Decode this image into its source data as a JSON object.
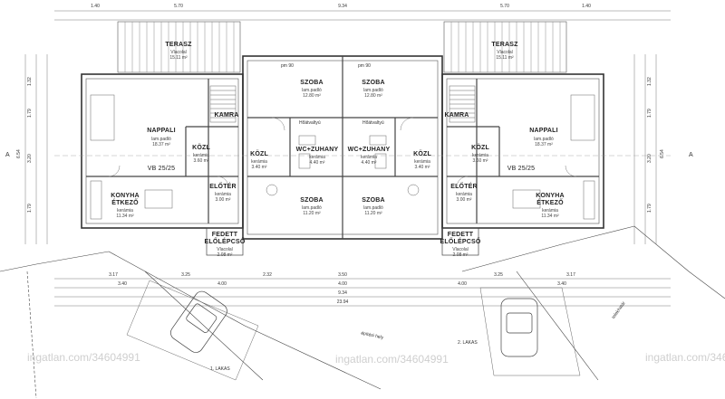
{
  "watermark": "ingatlan.com/34604991",
  "rooms": {
    "left": {
      "terasz": {
        "name": "TERASZ",
        "floor": "Vlacolal",
        "area": "15.11 m²"
      },
      "nappali": {
        "name": "NAPPALI",
        "floor": "lam.padló",
        "area": "18.37 m²"
      },
      "kamra": {
        "name": "KAMRA"
      },
      "kozl1": {
        "name": "KÖZL",
        "floor": "kerámia",
        "area": "3.60 m²"
      },
      "kozl2": {
        "name": "KÖZL",
        "floor": "kerámia",
        "area": "3.40 m²"
      },
      "konyha": {
        "name": "KONYHA",
        "name2": "ÉTKEZŐ",
        "floor": "kerámia",
        "area": "11.34 m²"
      },
      "eloter": {
        "name": "ELŐTÉR",
        "floor": "kerámia",
        "area": "3.00 m²"
      },
      "fedett": {
        "name": "FEDETT",
        "name2": "ELŐLÉPCSŐ",
        "floor": "Vlacolal",
        "area": "2.08 m²"
      },
      "szoba1": {
        "name": "SZOBA",
        "floor": "lam.padló",
        "area": "12.80 m²"
      },
      "wc": {
        "name": "WC+ZUHANY",
        "floor": "kerámia",
        "area": "4.40 m²"
      },
      "szoba2": {
        "name": "SZOBA",
        "floor": "lam.padló",
        "area": "11.20 m²"
      },
      "vb": "VB 25/25"
    },
    "right": {
      "terasz": {
        "name": "TERASZ",
        "floor": "Vlacolal",
        "area": "15.11 m²"
      },
      "nappali": {
        "name": "NAPPALI",
        "floor": "lam.padló",
        "area": "18.37 m²"
      },
      "kamra": {
        "name": "KAMRA"
      },
      "kozl1": {
        "name": "KÖZL",
        "floor": "kerámia",
        "area": "3.60 m²"
      },
      "kozl2": {
        "name": "KÖZL",
        "floor": "kerámia",
        "area": "3.40 m²"
      },
      "konyha": {
        "name": "KONYHA",
        "name2": "ÉTKEZŐ",
        "floor": "kerámia",
        "area": "11.34 m²"
      },
      "eloter": {
        "name": "ELŐTÉR",
        "floor": "kerámia",
        "area": "3.00 m²"
      },
      "fedett": {
        "name": "FEDETT",
        "name2": "ELŐLÉPCSŐ",
        "floor": "Vlacolal",
        "area": "2.08 m²"
      },
      "szoba1": {
        "name": "SZOBA",
        "floor": "lam.padló",
        "area": "12.80 m²"
      },
      "wc": {
        "name": "WC+ZUHANY",
        "floor": "kerámia",
        "area": "4.40 m²"
      },
      "szoba2": {
        "name": "SZOBA",
        "floor": "lam.padló",
        "area": "11.20 m²"
      },
      "vb": "VB 25/25"
    }
  },
  "dims_top": [
    "1.40",
    "5.70",
    "9.34",
    "5.70",
    "1.40"
  ],
  "dims_bottom_row1": [
    "3.17",
    "3.25",
    "2.32",
    "3.50",
    "3.25",
    "3.17"
  ],
  "dims_bottom_row2": [
    "3.40",
    "4.00",
    "4.00",
    "4.00",
    "3.40"
  ],
  "dims_bottom_total1": "9.34",
  "dims_bottom_total2": "23.94",
  "dims_left": [
    "1.32",
    "1.79",
    "3.20",
    "1.79"
  ],
  "dims_right": [
    "1.32",
    "1.79",
    "3.20",
    "1.79"
  ],
  "side_total": "6.54",
  "section_marks": [
    "A",
    "A"
  ],
  "misc": {
    "build_zone": "építési hely",
    "plot_line": "telekhatár",
    "car_left": "1. LAKAS",
    "car_right": "2. LAKAS",
    "hotavolt": "Hőátvaltyú",
    "pm": "pm 90"
  },
  "colors": {
    "line": "#333333",
    "wall": "#555555",
    "fill": "#e9e9e9",
    "hatch": "#9a9a9a"
  }
}
